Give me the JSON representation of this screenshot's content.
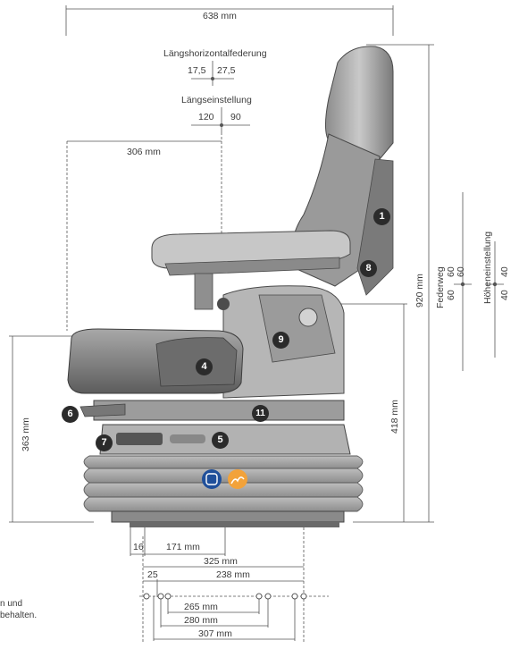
{
  "dimensions": {
    "total_width": "638 mm",
    "depth_306": "306 mm",
    "height_920": "920 mm",
    "height_418": "418 mm",
    "height_363": "363 mm",
    "base_16": "16",
    "base_171": "171 mm",
    "rail_325": "325 mm",
    "rail_25": "25",
    "rail_238": "238 mm",
    "rail_265": "265 mm",
    "rail_280": "280 mm",
    "rail_307": "307 mm"
  },
  "adjustments": {
    "horizontal_suspension_title": "Längshorizontalfederung",
    "horizontal_suspension_left": "17,5",
    "horizontal_suspension_right": "27,5",
    "longitudinal_title": "Längseinstellung",
    "longitudinal_left": "120",
    "longitudinal_right": "90",
    "suspension_stroke_title": "Federweg",
    "suspension_stroke_upper": "60",
    "suspension_stroke_lower": "60",
    "suspension_stroke_upper_b": "60",
    "height_adjust_title": "Höheneinstellung",
    "height_adjust_upper": "40",
    "height_adjust_lower": "40"
  },
  "badges": [
    "1",
    "4",
    "5",
    "6",
    "7",
    "8",
    "9",
    "11"
  ],
  "footnote": {
    "line1": "n und",
    "line2": "behalten."
  },
  "colors": {
    "line": "#555555",
    "badge": "#2b2b2b",
    "seat_dark": "#6d6d6d",
    "seat_mid": "#a4a4a4",
    "seat_light": "#d6d6d6",
    "blue_icon": "#1f4f9a",
    "orange_icon": "#f2a23a"
  },
  "icons": [
    "air-suspension-icon",
    "heating-icon"
  ]
}
